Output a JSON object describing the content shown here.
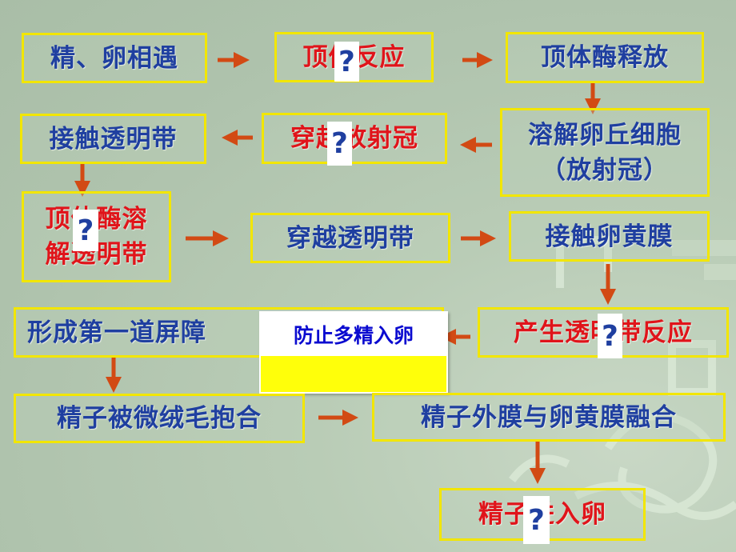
{
  "colors": {
    "border": "#f2e600",
    "blue_text": "#1f3fa0",
    "red_text": "#e0141a",
    "arrow": "#d24a14",
    "callout_bg": "#ffff0a",
    "callout_text": "#0a0ad0"
  },
  "steps": {
    "s1": "精、卵相遇",
    "s2": "顶体反应",
    "s3": "顶体酶释放",
    "s4_line1": "溶解卵丘细胞",
    "s4_line2": "（放射冠）",
    "s5": "穿越放射冠",
    "s6": "接触透明带",
    "s7_line1": "顶体酶溶",
    "s7_line2": "解透明带",
    "s8": "穿越透明带",
    "s9": "接触卵黄膜",
    "s10": "产生透明带反应",
    "s11": "形成第一道屏障",
    "s12": "精子被微绒毛抱合",
    "s13": "精子外膜与卵黄膜融合",
    "s14": "精子进入卵"
  },
  "callout": {
    "text": "防止多精入卵"
  },
  "question_mark": "?"
}
